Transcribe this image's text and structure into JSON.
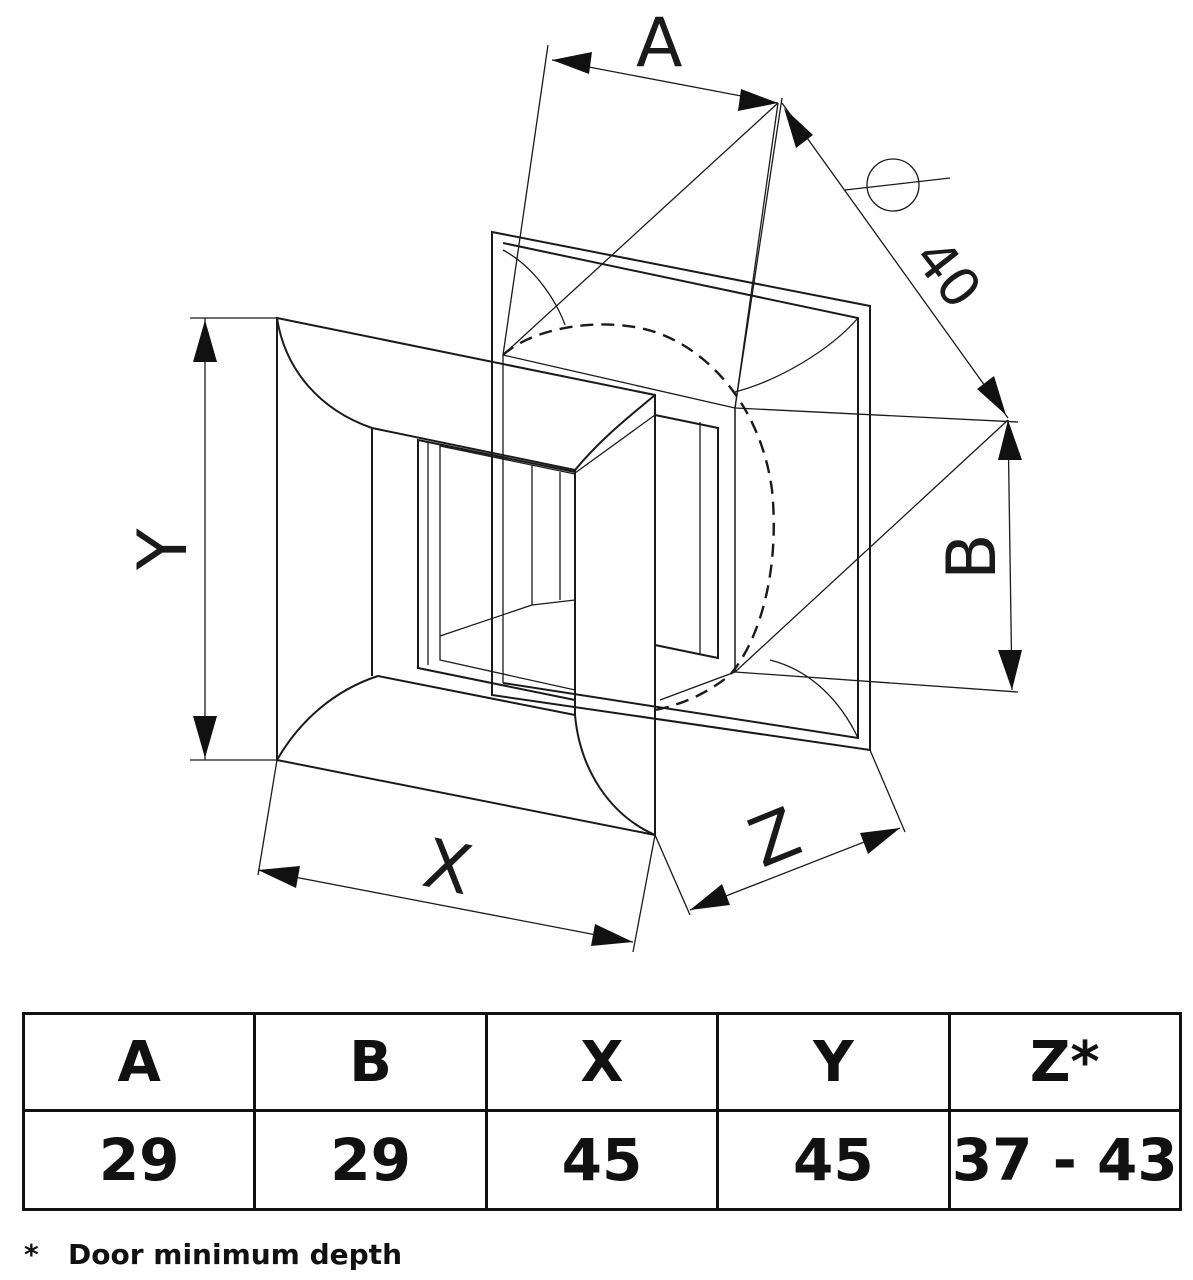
{
  "drawing": {
    "labels": {
      "A": "A",
      "B": "B",
      "X": "X",
      "Y": "Y",
      "Z": "Z",
      "diameter": "40"
    },
    "diameter_icon": "diameter-symbol-icon"
  },
  "table": {
    "headers": [
      "A",
      "B",
      "X",
      "Y",
      "Z*"
    ],
    "values": [
      "29",
      "29",
      "45",
      "45",
      "37 - 43"
    ]
  },
  "footnote": {
    "marker": "*",
    "text": "Door minimum depth"
  }
}
